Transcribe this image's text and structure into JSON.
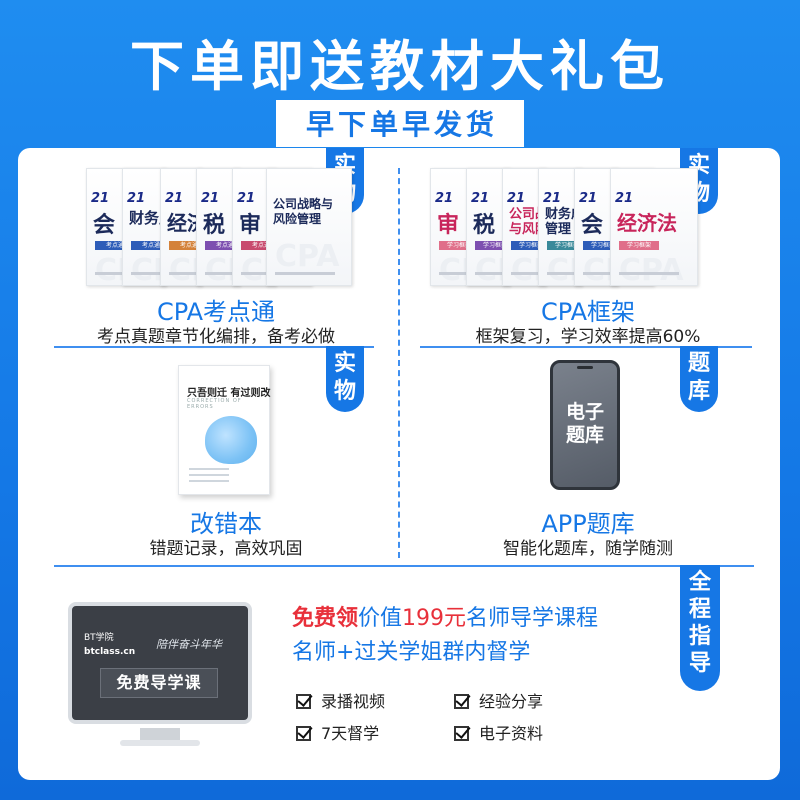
{
  "header": {
    "title": "下单即送教材大礼包",
    "subtitle": "早下单早发货"
  },
  "cells": [
    {
      "badge": [
        "实",
        "物"
      ],
      "title": "CPA考点通",
      "desc": "考点真题章节化编排，备考必做"
    },
    {
      "badge": [
        "实",
        "物"
      ],
      "title": "CPA框架",
      "desc": "框架复习，学习效率提高60%"
    },
    {
      "badge": [
        "实",
        "物"
      ],
      "title": "改错本",
      "desc": "错题记录，高效巩固"
    },
    {
      "badge": [
        "题",
        "库"
      ],
      "title": "APP题库",
      "desc": "智能化题库，随学随测"
    }
  ],
  "books_left": [
    {
      "logo": "21",
      "big": "会 计",
      "tag": "考点通"
    },
    {
      "logo": "21",
      "big": "财务成本管理",
      "tag": "考点通"
    },
    {
      "logo": "21",
      "big": "经济法",
      "tag": "考点通"
    },
    {
      "logo": "21",
      "big": "税 法",
      "tag": "考点通"
    },
    {
      "logo": "21",
      "big": "审 计",
      "tag": "考点通"
    },
    {
      "logo": "",
      "big": "公司战略与风险管理",
      "tag": ""
    }
  ],
  "books_right": [
    {
      "logo": "21",
      "big": "审 计",
      "tag": "学习框架"
    },
    {
      "logo": "21",
      "big": "税 法",
      "tag": "学习框架"
    },
    {
      "logo": "21",
      "big": "公司战略与风险",
      "tag": "学习框架"
    },
    {
      "logo": "21",
      "big": "财务成本管理",
      "tag": "学习框架"
    },
    {
      "logo": "21",
      "big": "会 计",
      "tag": "学习框架"
    },
    {
      "logo": "21",
      "big": "经济法",
      "tag": "学习框架"
    }
  ],
  "error_book": {
    "title": "只吾则迁 有过则改",
    "subtitle": "CORRECTION OF ERRORS"
  },
  "phone": {
    "line1": "电子",
    "line2": "题库"
  },
  "guide": {
    "badge": [
      "全",
      "程",
      "指",
      "导"
    ],
    "monitor_brand": "BT学院",
    "monitor_domain": "btclass.cn",
    "monitor_slogan": "陪伴奋斗年华",
    "monitor_course": "免费导学课",
    "promo_red": "免费领",
    "promo_mid": "价值",
    "promo_price": "199元",
    "promo_tail": "名师导学课程",
    "promo_line2": "名师+过关学姐群内督学",
    "features": [
      "录播视频",
      "经验分享",
      "7天督学",
      "电子资料"
    ]
  },
  "colors": {
    "primary": "#1677e5",
    "accent_red": "#e8303a",
    "background": "#1478e6"
  }
}
